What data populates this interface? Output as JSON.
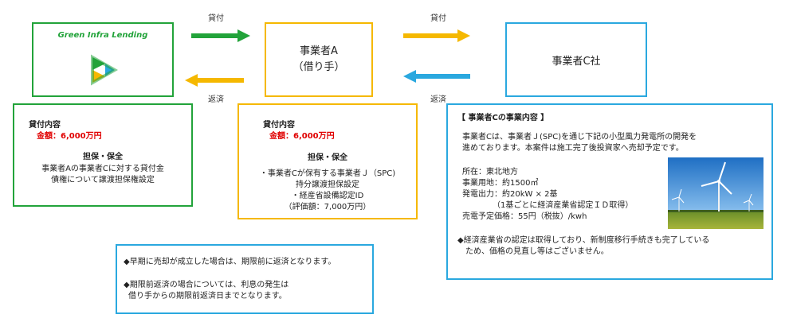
{
  "logo": {
    "text": "Green Infra Lending"
  },
  "arrows": {
    "lend1": "貸付",
    "lend2": "貸付",
    "repay1": "返済",
    "repay2": "返済"
  },
  "businessA": {
    "line1": "事業者A",
    "line2": "（借り手）"
  },
  "companyC": {
    "name": "事業者C社"
  },
  "leftBox": {
    "title": "貸付内容",
    "amount": "金額：6,000万円",
    "securityTitle": "担保・保全",
    "securityLine1": "事業者Aの事業者Cに対する貸付金",
    "securityLine2": "債権について譲渡担保権設定"
  },
  "midBox": {
    "title": "貸付内容",
    "amount": "金額：6,000万円",
    "securityTitle": "担保・保全",
    "line1": "・事業者Cが保有する事業者Ｊ（SPC)",
    "line2": "持分譲渡担保設定",
    "line3": "・経産省設備認定ID",
    "line4": "（評価額：7,000万円）"
  },
  "noteBox": {
    "line1": "◆早期に売却が成立した場合は、期限前に返済となります。",
    "line2": "◆期限前返済の場合については、利息の発生は",
    "line3": "借り手からの期限前返済日までとなります。"
  },
  "rightBox": {
    "title": "【 事業者Cの事業内容 】",
    "intro1": "事業者Cは、事業者Ｊ(SPC)を通じ下記の小型風力発電所の開発を",
    "intro2": "進めております。本案件は施工完了後投資家へ売却予定です。",
    "loc": "所在：東北地方",
    "land": "事業用地：約1500㎡",
    "output": "発電出力：約20kW × 2基",
    "outputNote": "（1基ごとに経済産業省認定ＩＤ取得）",
    "price": "売電予定価格：55円（税抜）/kwh",
    "note1": "◆経済産業省の認定は取得しており、新制度移行手続きも完了している",
    "note2": "ため、価格の見直し等はございません。"
  },
  "colors": {
    "green": "#22a33a",
    "yellow": "#f5b800",
    "blue": "#2aa8df",
    "red": "#e00000"
  }
}
